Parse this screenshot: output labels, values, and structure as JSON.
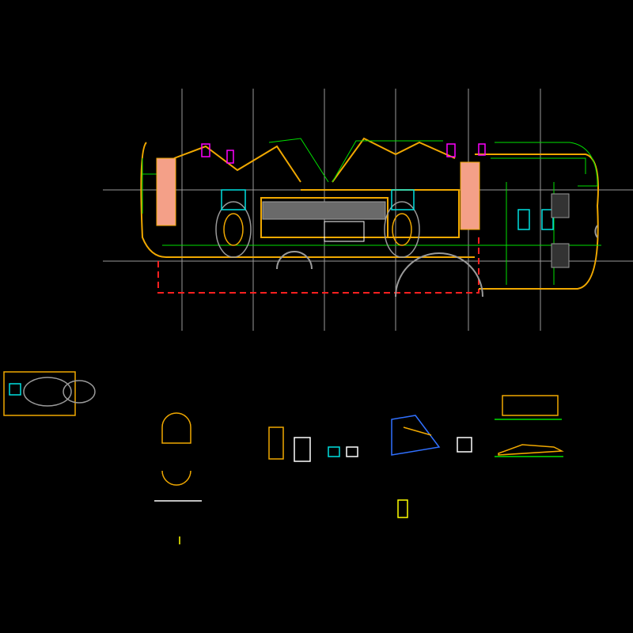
{
  "drawing": {
    "type": "cad-floor-plan",
    "background": "#000000",
    "colors": {
      "wall": "#f0a800",
      "dimension": "#00e000",
      "grid": "#9a9a9a",
      "boundary": "#ff2020",
      "fixture": "#00e0e0",
      "highlight": "#ff00ff",
      "stair": "#f4a088",
      "label": "#ffffff",
      "paving": "#a0a0a0"
    },
    "grid_axes_count": 6,
    "detail_views_count": 9
  }
}
